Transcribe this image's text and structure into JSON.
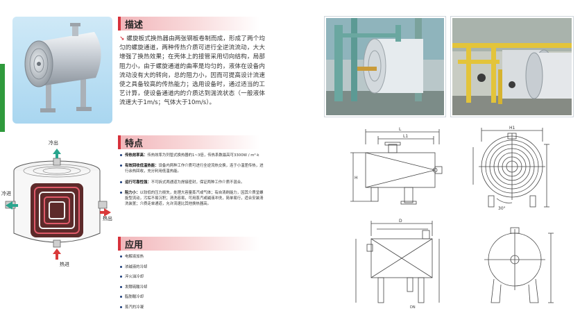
{
  "description": {
    "heading": "描述",
    "body": "螺旋板式换热器由两张钢板卷制而成，形成了两个均匀的螺旋通道，两种传热介质可进行全逆流流动，大大增强了换热效果；在壳体上的接管采用切向结构，局部阻力小，由于螺旋通道的曲率是均匀的，液体在设备内流动没有大的转向，总的阻力小，因而可提高设计流速使之具备较高的传热能力；选用设备时，通过适当的工艺计算，使设备通道内的介质达到湍流状态（一般液体流速大于1m/s；气体大于10m/s）。"
  },
  "features": {
    "heading": "特点",
    "items": [
      {
        "title": "传热效率高：",
        "text": "传热效率为列管式换热器的1~3倍，传热系数最高可3300W / m²·k"
      },
      {
        "title": "有效回收低温热能：",
        "text": "设备内两种工作介质可进行全逆流热交换，连于小温差传热，进行余热回收，充分利用低温热能。"
      },
      {
        "title": "运行可靠性强：",
        "text": "不可拆式两通道为焊接密封，保证两种工作介质不混合。"
      },
      {
        "title": "阻力小：",
        "text": "以较低的压力损失，处理大容量蒸汽或气体；有自清刷能力，因其介质呈螺旋型流动，污垢不易沉积；清洗容易，可用蒸汽或碱液冲洗，简单易行，适合安装清洗装置；介质走单通道，允许流速比其他换热器高。"
      }
    ]
  },
  "applications": {
    "heading": "应用",
    "items": [
      "电解液加热",
      "浓碱液的冷却",
      "淬火油冷却",
      "发酵硫酸冷却",
      "脂肪酸冷却",
      "蒸汽的冷凝"
    ]
  },
  "schematic": {
    "cold_out": "冷出",
    "cold_in": "冷进",
    "hot_out": "热出",
    "hot_in": "热进"
  },
  "drawing_labels": {
    "dim_l": "L",
    "dim_d": "D",
    "dim_h": "H",
    "dim_h1": "H1",
    "dim_l1": "L1",
    "dim_dn": "DN",
    "angle": "30°"
  },
  "colors": {
    "accent_red": "#d7323c",
    "header_pink": "#f2b7bb",
    "green_strip": "#2f9a3c",
    "bullet_blue": "#1c3d7a"
  }
}
